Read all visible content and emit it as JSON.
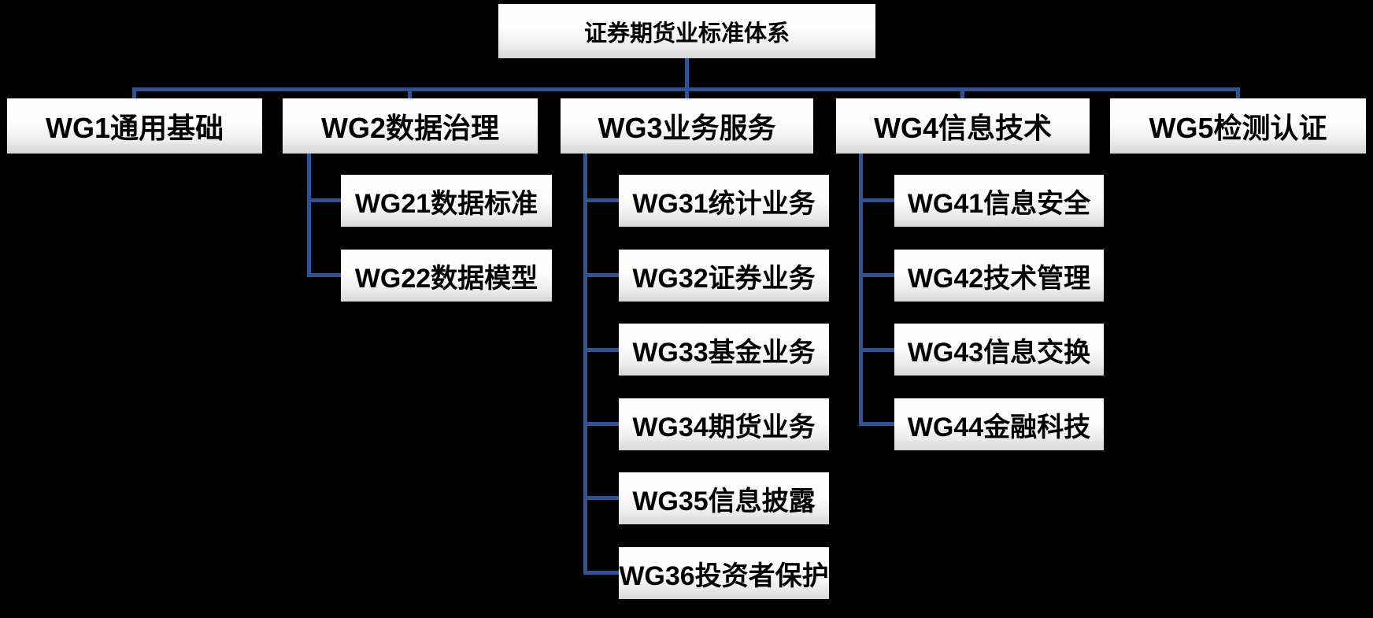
{
  "root": {
    "label": "证券期货业标准体系"
  },
  "groups": [
    {
      "label": "WG1通用基础",
      "children": []
    },
    {
      "label": "WG2数据治理",
      "children": [
        {
          "label": "WG21数据标准"
        },
        {
          "label": "WG22数据模型"
        }
      ]
    },
    {
      "label": "WG3业务服务",
      "children": [
        {
          "label": "WG31统计业务"
        },
        {
          "label": "WG32证券业务"
        },
        {
          "label": "WG33基金业务"
        },
        {
          "label": "WG34期货业务"
        },
        {
          "label": "WG35信息披露"
        },
        {
          "label": "WG36投资者保护"
        }
      ]
    },
    {
      "label": "WG4信息技术",
      "children": [
        {
          "label": "WG41信息安全"
        },
        {
          "label": "WG42技术管理"
        },
        {
          "label": "WG43信息交换"
        },
        {
          "label": "WG44金融科技"
        }
      ]
    },
    {
      "label": "WG5检测认证",
      "children": []
    }
  ],
  "colors": {
    "background": "#000000",
    "connector": "#2F5496",
    "box_gradient_top": "#FFFFFF",
    "box_gradient_bottom": "#D6D6D6",
    "text": "#000000"
  }
}
